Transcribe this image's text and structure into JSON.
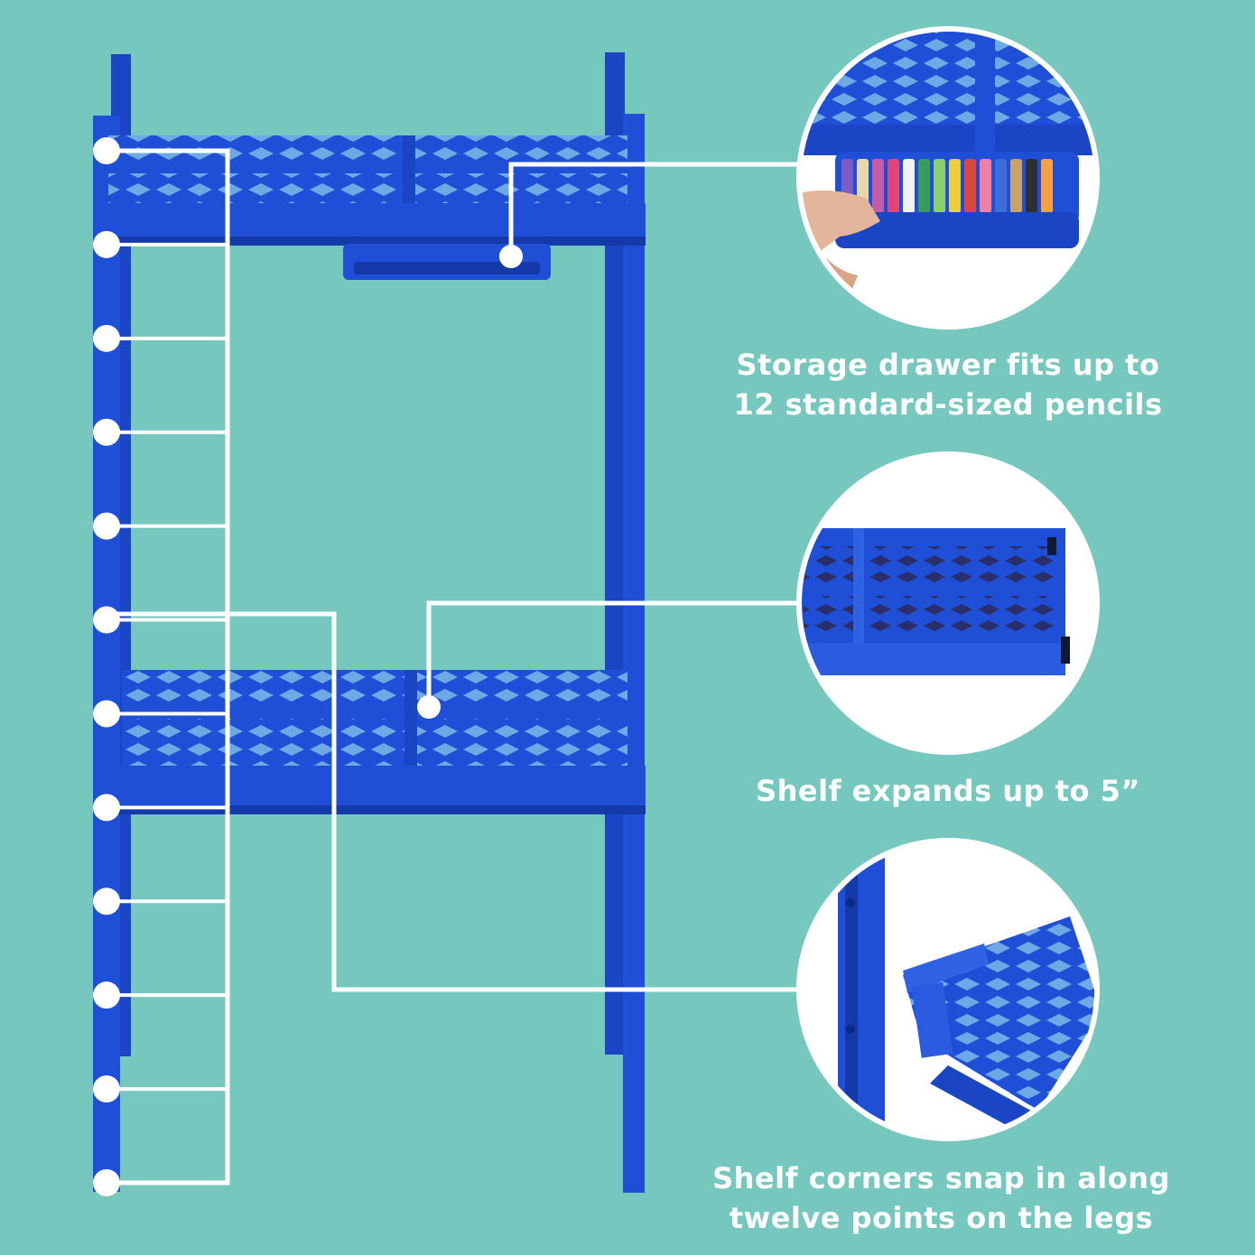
{
  "colors": {
    "background": "#76c8bf",
    "shelf_blue": "#1f4fd6",
    "shelf_dark": "#133aa8",
    "line_white": "#ffffff"
  },
  "rack": {
    "shelf_count": 2,
    "snap_points": 12
  },
  "callouts": [
    {
      "icon": "pencil-drawer-photo",
      "lines": [
        "Storage drawer fits up to",
        "12 standard-sized pencils"
      ]
    },
    {
      "icon": "expanding-shelf-photo",
      "lines": [
        "Shelf expands up to 5”"
      ]
    },
    {
      "icon": "corner-snap-photo",
      "lines": [
        "Shelf corners snap in along",
        "twelve points on the legs"
      ]
    }
  ]
}
